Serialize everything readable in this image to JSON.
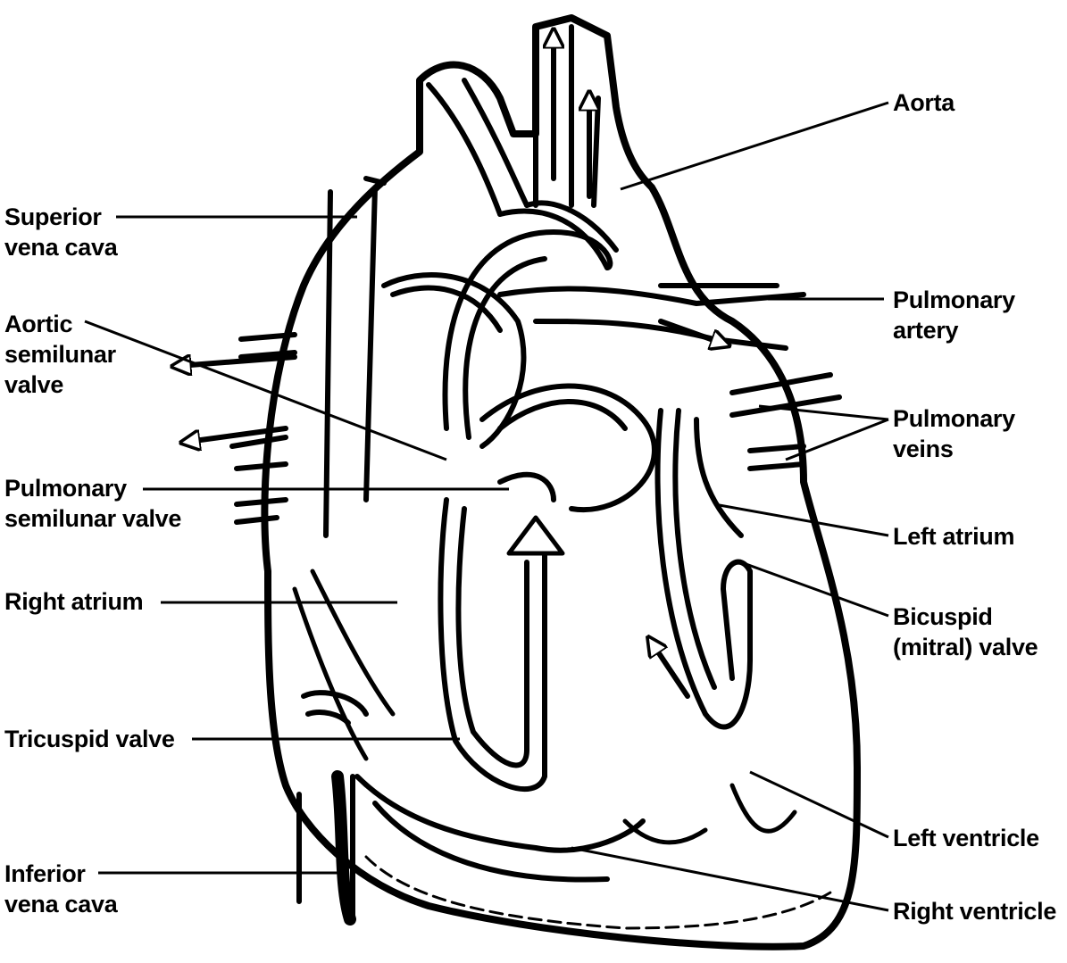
{
  "labels": {
    "aorta": [
      "Aorta"
    ],
    "superior_vena_cava": [
      "Superior",
      "vena cava"
    ],
    "aortic_semilunar_valve": [
      "Aortic",
      "semilunar",
      "valve"
    ],
    "pulmonary_semilunar_valve": [
      "Pulmonary",
      "semilunar valve"
    ],
    "right_atrium": [
      "Right atrium"
    ],
    "tricuspid_valve": [
      "Tricuspid valve"
    ],
    "inferior_vena_cava": [
      "Inferior",
      "vena cava"
    ],
    "pulmonary_artery": [
      "Pulmonary",
      "artery"
    ],
    "pulmonary_veins": [
      "Pulmonary",
      "veins"
    ],
    "left_atrium": [
      "Left atrium"
    ],
    "bicuspid_mitral_valve": [
      "Bicuspid",
      "(mitral) valve"
    ],
    "left_ventricle": [
      "Left ventricle"
    ],
    "right_ventricle": [
      "Right ventricle"
    ]
  },
  "colors": {
    "ink": "#000000",
    "paper": "#ffffff"
  }
}
